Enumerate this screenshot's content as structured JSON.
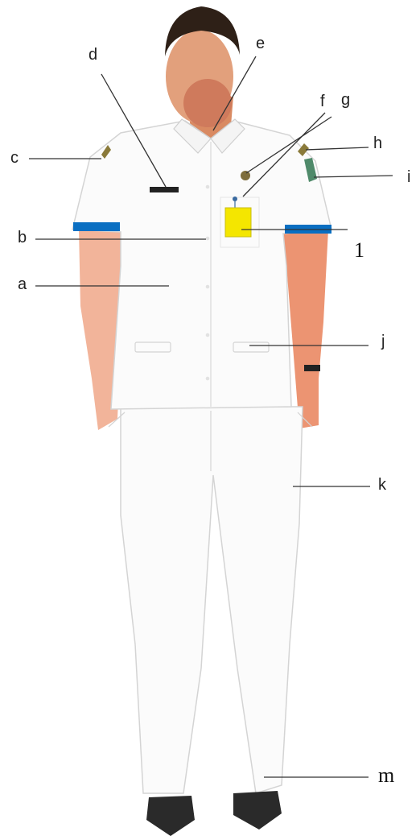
{
  "labels": {
    "a": "a",
    "b": "b",
    "c": "c",
    "d": "d",
    "e": "e",
    "f": "f",
    "g": "g",
    "h": "h",
    "i": "i",
    "j": "j",
    "k": "k",
    "l": "1",
    "m": "m"
  },
  "colors": {
    "armband": "#0a6fc2",
    "name_tag": "#f4e600",
    "skin": "#f0a888",
    "hair": "#2e2017",
    "uniform": "#fbfbfb",
    "outline": "#d4d4d4",
    "shoes": "#2a2a2a",
    "leader_line": "#333333",
    "insignia": "#8a7a3a"
  }
}
